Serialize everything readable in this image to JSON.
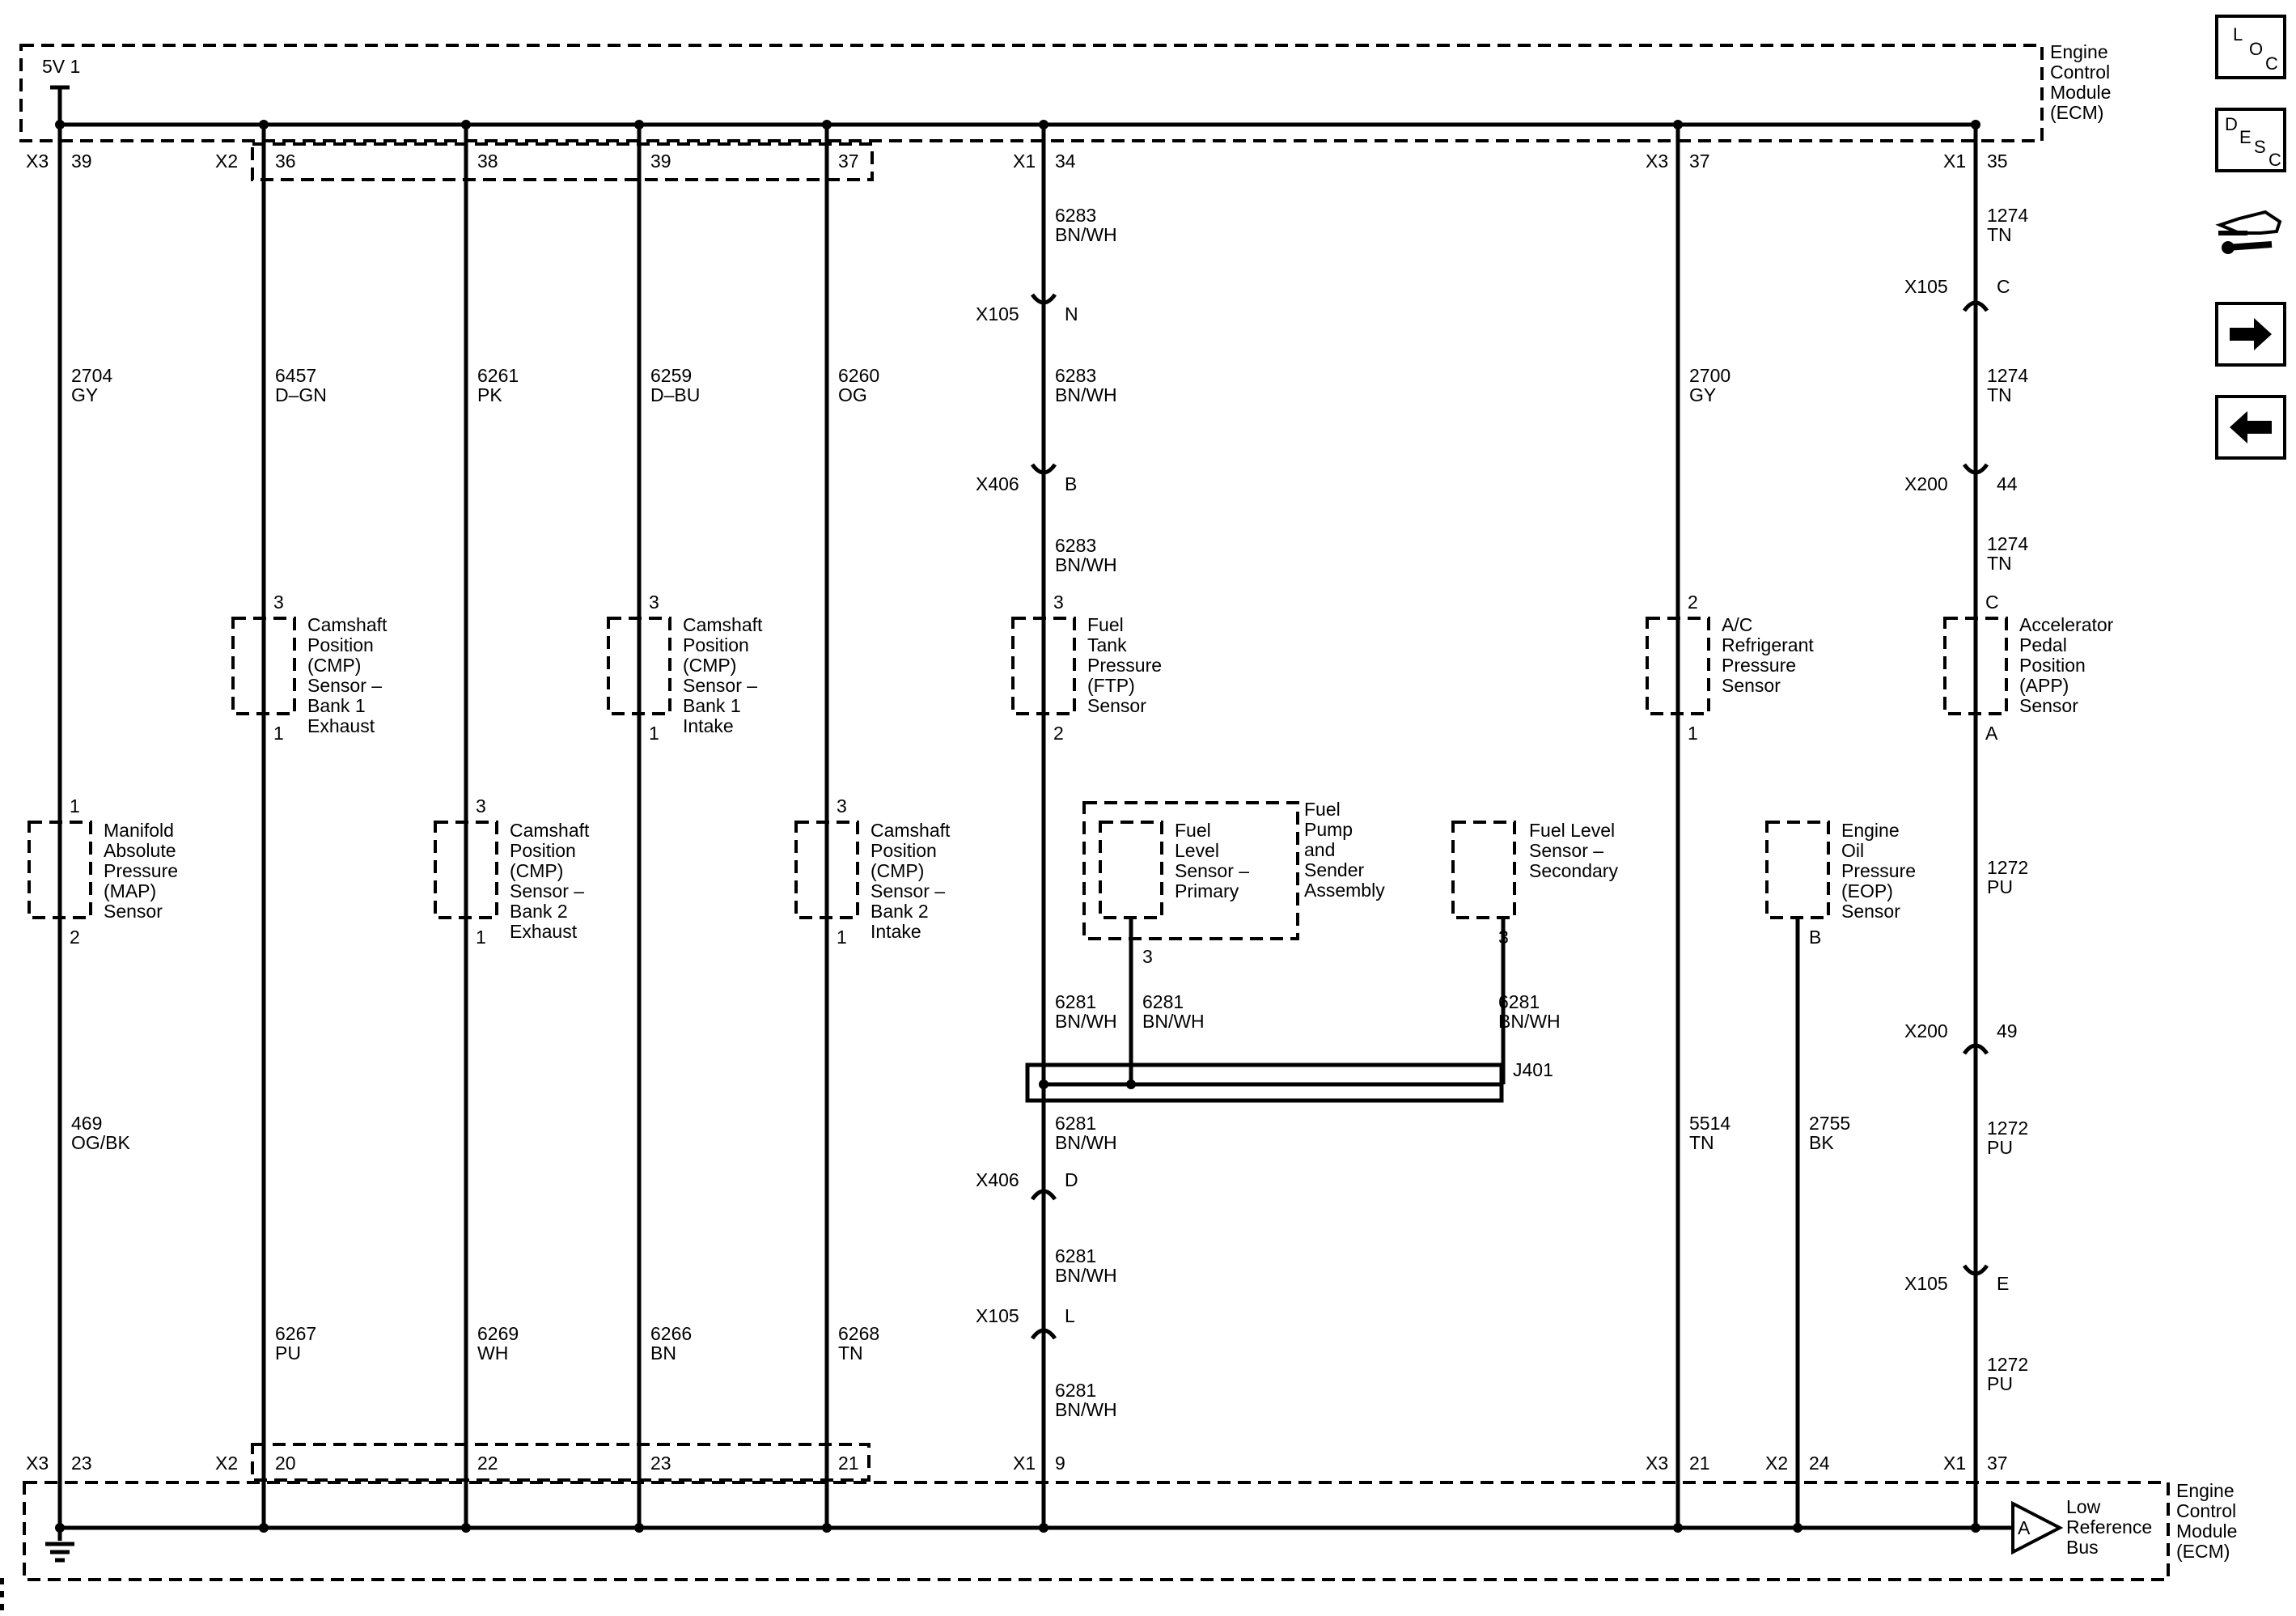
{
  "ecm_top": {
    "label": [
      "Engine",
      "Control",
      "Module",
      "(ECM)"
    ],
    "supply": "5V 1"
  },
  "ecm_bottom": {
    "label": [
      "Engine",
      "Control",
      "Module",
      "(ECM)"
    ],
    "bus": [
      "Low",
      "Reference",
      "Bus"
    ],
    "bus_marker": "A"
  },
  "top_pins": [
    {
      "conn": "X3",
      "pin": "39"
    },
    {
      "conn": "X2",
      "pin": "36"
    },
    {
      "conn": "",
      "pin": "38"
    },
    {
      "conn": "",
      "pin": "39"
    },
    {
      "conn": "",
      "pin": "37"
    },
    {
      "conn": "X1",
      "pin": "34"
    },
    {
      "conn": "X3",
      "pin": "37"
    },
    {
      "conn": "X1",
      "pin": "35"
    }
  ],
  "bottom_pins": [
    {
      "conn": "X3",
      "pin": "23"
    },
    {
      "conn": "X2",
      "pin": "20"
    },
    {
      "conn": "",
      "pin": "22"
    },
    {
      "conn": "",
      "pin": "23"
    },
    {
      "conn": "",
      "pin": "21"
    },
    {
      "conn": "X1",
      "pin": "9"
    },
    {
      "conn": "X3",
      "pin": "21"
    },
    {
      "conn": "X2",
      "pin": "24"
    },
    {
      "conn": "X1",
      "pin": "37"
    }
  ],
  "components": [
    {
      "id": "map",
      "name": [
        "Manifold",
        "Absolute",
        "Pressure",
        "(MAP)",
        "Sensor"
      ],
      "pin_top": "1",
      "pin_bottom": "2"
    },
    {
      "id": "cmp-b1-exh",
      "name": [
        "Camshaft",
        "Position",
        "(CMP)",
        "Sensor –",
        "Bank 1",
        "Exhaust"
      ],
      "pin_top": "3",
      "pin_bottom": "1"
    },
    {
      "id": "cmp-b2-exh",
      "name": [
        "Camshaft",
        "Position",
        "(CMP)",
        "Sensor –",
        "Bank 2",
        "Exhaust"
      ],
      "pin_top": "3",
      "pin_bottom": "1"
    },
    {
      "id": "cmp-b1-int",
      "name": [
        "Camshaft",
        "Position",
        "(CMP)",
        "Sensor –",
        "Bank 1",
        "Intake"
      ],
      "pin_top": "3",
      "pin_bottom": "1"
    },
    {
      "id": "cmp-b2-int",
      "name": [
        "Camshaft",
        "Position",
        "(CMP)",
        "Sensor –",
        "Bank 2",
        "Intake"
      ],
      "pin_top": "3",
      "pin_bottom": "1"
    },
    {
      "id": "ftp",
      "name": [
        "Fuel",
        "Tank",
        "Pressure",
        "(FTP)",
        "Sensor"
      ],
      "pin_top": "3",
      "pin_bottom": "2"
    },
    {
      "id": "ac",
      "name": [
        "A/C",
        "Refrigerant",
        "Pressure",
        "Sensor"
      ],
      "pin_top": "2",
      "pin_bottom": "1"
    },
    {
      "id": "app",
      "name": [
        "Accelerator",
        "Pedal",
        "Position",
        "(APP)",
        "Sensor"
      ],
      "pin_top": "C",
      "pin_bottom": "A"
    },
    {
      "id": "fl-primary",
      "name": [
        "Fuel",
        "Level",
        "Sensor –",
        "Primary"
      ],
      "pin_bottom": "3"
    },
    {
      "id": "fuel-pump",
      "name": [
        "Fuel",
        "Pump",
        "and",
        "Sender",
        "Assembly"
      ]
    },
    {
      "id": "fl-secondary",
      "name": [
        "Fuel Level",
        "Sensor –",
        "Secondary"
      ],
      "pin_bottom": "3"
    },
    {
      "id": "eop",
      "name": [
        "Engine",
        "Oil",
        "Pressure",
        "(EOP)",
        "Sensor"
      ],
      "pin_bottom": "B"
    }
  ],
  "wires": [
    {
      "circuit": "2704",
      "color": "GY"
    },
    {
      "circuit": "469",
      "color": "OG/BK"
    },
    {
      "circuit": "6457",
      "color": "D–GN"
    },
    {
      "circuit": "6267",
      "color": "PU"
    },
    {
      "circuit": "6261",
      "color": "PK"
    },
    {
      "circuit": "6269",
      "color": "WH"
    },
    {
      "circuit": "6259",
      "color": "D–BU"
    },
    {
      "circuit": "6266",
      "color": "BN"
    },
    {
      "circuit": "6260",
      "color": "OG"
    },
    {
      "circuit": "6268",
      "color": "TN"
    },
    {
      "circuit": "6283",
      "color": "BN/WH"
    },
    {
      "circuit": "6283",
      "color": "BN/WH"
    },
    {
      "circuit": "6283",
      "color": "BN/WH"
    },
    {
      "circuit": "6281",
      "color": "BN/WH"
    },
    {
      "circuit": "6281",
      "color": "BN/WH"
    },
    {
      "circuit": "6281",
      "color": "BN/WH"
    },
    {
      "circuit": "6281",
      "color": "BN/WH"
    },
    {
      "circuit": "6281",
      "color": "BN/WH"
    },
    {
      "circuit": "6281",
      "color": "BN/WH"
    },
    {
      "circuit": "2700",
      "color": "GY"
    },
    {
      "circuit": "5514",
      "color": "TN"
    },
    {
      "circuit": "2755",
      "color": "BK"
    },
    {
      "circuit": "1274",
      "color": "TN"
    },
    {
      "circuit": "1274",
      "color": "TN"
    },
    {
      "circuit": "1274",
      "color": "TN"
    },
    {
      "circuit": "1272",
      "color": "PU"
    },
    {
      "circuit": "1272",
      "color": "PU"
    },
    {
      "circuit": "1272",
      "color": "PU"
    }
  ],
  "inline_connectors": [
    {
      "conn": "X105",
      "pin": "N"
    },
    {
      "conn": "X406",
      "pin": "B"
    },
    {
      "conn": "X406",
      "pin": "D"
    },
    {
      "conn": "X105",
      "pin": "L"
    },
    {
      "conn": "X105",
      "pin": "C"
    },
    {
      "conn": "X200",
      "pin": "44"
    },
    {
      "conn": "X200",
      "pin": "49"
    },
    {
      "conn": "X105",
      "pin": "E"
    }
  ],
  "splice": {
    "label": "J401",
    "pins": [
      "3",
      "3"
    ]
  },
  "side_buttons": {
    "loc": [
      "L",
      "O",
      "C"
    ],
    "desc": [
      "D",
      "E",
      "S",
      "C"
    ],
    "icons": [
      "connector-wrench-icon",
      "arrow-right-icon",
      "arrow-left-icon"
    ]
  }
}
